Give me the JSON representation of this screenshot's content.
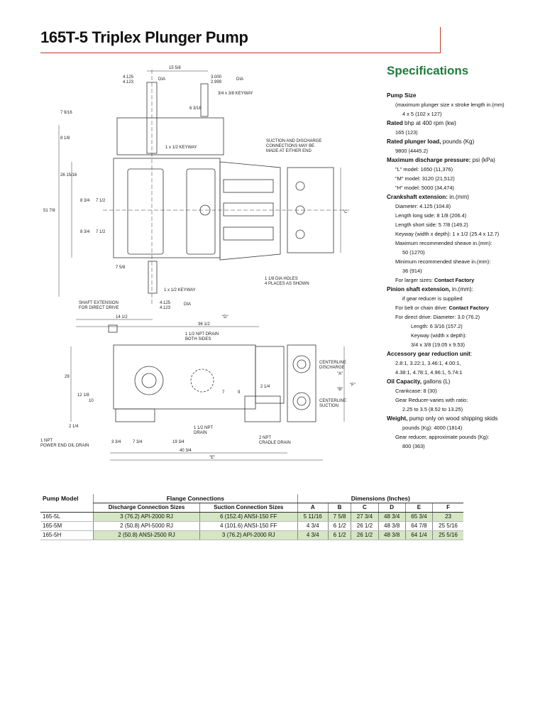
{
  "page_title": "165T-5 Triplex Plunger Pump",
  "drawing": {
    "top_view": {
      "dim_15_5_8": "15 5/8",
      "dim_4125_4123_top": "4.125\n4.123",
      "dia_label_top": "DIA",
      "dim_3000_2999": "3.000\n2.999",
      "dia_label_3000": "DIA",
      "keyway_34_38": "3/4 x 3/8 KEYWAY",
      "dim_7_9_16": "7 9/16",
      "dim_6_3_16": "6 3/16",
      "dim_8_1_8": "8 1/8",
      "keyway_1_12_top": "1 x 1/2 KEYWAY",
      "dim_26_15_16": "26 15/16",
      "dim_51_7_8": "51 7/8",
      "dim_8_3_4": "8 3/4",
      "dim_7_1_2": "7 1/2",
      "dim_8_3_4_b": "8 3/4",
      "dim_7_1_2_b": "7 1/2",
      "dim_7_5_8": "7 5/8",
      "suction_note": "SUCTION AND DISCHARGE\nCONNECTIONS MAY BE\nMADE AT EITHER END",
      "dim_c": "\"C\"",
      "holes_note": "1 1/8 DIA HOLES\n4 PLACES AS SHOWN",
      "keyway_1_12_bottom": "1 x 1/2 KEYWAY",
      "shaft_ext": "SHAFT EXTENSION\nFOR DIRECT DRIVE",
      "dim_4125_4123_bottom": "4.125\n4.123",
      "dia_label_bottom": "DIA"
    },
    "side_view": {
      "dim_14_1_2": "14 1/2",
      "dim_d": "\"D\"",
      "dim_36_1_2": "36 1/2",
      "npt_drain_both": "1 1/2 NPT DRAIN\nBOTH SIDES",
      "dim_29": "29",
      "dim_12_1_8": "12 1/8",
      "dim_10": "10",
      "dim_7": "7",
      "dim_9": "9",
      "dim_2_1_4_right": "2 1/4",
      "centerline_discharge": "CENTERLINE\nDISCHARGE",
      "centerline_suction": "CENTERLINE\nSUCTION",
      "dim_a": "\"A\"",
      "dim_b": "\"B\"",
      "dim_f": "\"F\"",
      "dim_2_1_4_left": "2 1/4",
      "npt_power_end": "1 NPT\nPOWER END OIL DRAIN",
      "npt_1_1_2_drain": "1 1/2 NPT\nDRAIN",
      "npt_cradle": "2 NPT\nCRADLE DRAIN",
      "dim_3_3_4": "3 3/4",
      "dim_7_3_4": "7 3/4",
      "dim_19_3_4": "19 3/4",
      "dim_40_3_4": "40 3/4",
      "dim_e": "\"E\""
    }
  },
  "specs": {
    "heading": "Specifications",
    "groups": [
      {
        "head": "Pump Size",
        "lines": [
          {
            "t": "(maximum plunger size x stroke length in.(mm)",
            "i": 1
          },
          {
            "t": "4 x 5 (102 x 127)",
            "i": 2
          }
        ]
      },
      {
        "head_bold": "Rated",
        "head_rest": " bhp at 400 rpm (kw)",
        "lines": [
          {
            "t": "165 (123)",
            "i": 1
          }
        ]
      },
      {
        "head_bold": "Rated plunger load,",
        "head_rest": " pounds (Kg)",
        "lines": [
          {
            "t": "9800 (4445.2)",
            "i": 1
          }
        ]
      },
      {
        "head_bold": "Maximum discharge pressure:",
        "head_rest": " psi (kPa)",
        "lines": [
          {
            "t": "\"L\" model: 1650 (11,376)",
            "i": 1
          },
          {
            "t": "\"M\" model: 3120 (21,512)",
            "i": 1
          },
          {
            "t": "\"H\" model: 5000 (34,474)",
            "i": 1
          }
        ]
      },
      {
        "head_bold": "Crankshaft extension:",
        "head_rest": " in.(mm)",
        "lines": [
          {
            "t": "Diameter: 4.125 (104.8)",
            "i": 1
          },
          {
            "t": "Length long side: 8 1/8 (206.4)",
            "i": 1
          },
          {
            "t": "Length short side: 5 7/8 (149.2)",
            "i": 1
          },
          {
            "t": "Keyway (width x depth): 1 x 1/2 (25.4 x 12.7)",
            "i": 1
          },
          {
            "t": "Maximum recommended sheave in.(mm):",
            "i": 1
          },
          {
            "t": "50 (1270)",
            "i": 2
          },
          {
            "t": "Minimum recommended sheave in.(mm):",
            "i": 1
          },
          {
            "t": "36 (914)",
            "i": 2
          },
          {
            "t": "For larger sizes:",
            "b": " Contact Factory",
            "i": 1
          }
        ]
      },
      {
        "head_bold": "Pinion shaft extension,",
        "head_rest": " in.(mm):",
        "lines": [
          {
            "t": "if gear reducer is supplied",
            "i": 2
          },
          {
            "t": "For belt or chain drive:",
            "b": " Contact Factory",
            "i": 1
          },
          {
            "t": "For direct drive: Diameter: 3.0 (76.2)",
            "i": 1
          },
          {
            "t": "Length: 6 3/16 (157.2)",
            "i": 3
          },
          {
            "t": "Keyway (width x depth):",
            "i": 3
          },
          {
            "t": "3/4 x 3/8 (19.05 x 9.53)",
            "i": 3
          }
        ]
      },
      {
        "head_bold": "Accessory gear reduction unit",
        "head_rest": ":",
        "lines": [
          {
            "t": "2.8:1, 3.22:1, 3.46:1, 4.00:1,",
            "i": 1
          },
          {
            "t": "4.38:1, 4.78:1, 4.96:1, 5.74:1",
            "i": 1
          }
        ]
      },
      {
        "head_bold": "Oil Capacity,",
        "head_rest": " gallons (L)",
        "lines": [
          {
            "t": "Crankcase: 8 (30)",
            "i": 1
          },
          {
            "t": "Gear Reducer-varies with ratio:",
            "i": 1
          },
          {
            "t": "2.25 to 3.5 (8.52 to 13.25)",
            "i": 2
          }
        ]
      },
      {
        "head_bold": "Weight,",
        "head_rest": " pump only on wood shipping skids",
        "lines": [
          {
            "t": "pounds (Kg): 4000 (1814)",
            "i": 2
          },
          {
            "t": "Gear reducer, approximate pounds (Kg):",
            "i": 1
          },
          {
            "t": "800 (363)",
            "i": 2
          }
        ]
      }
    ]
  },
  "table": {
    "model_header": "Pump Model",
    "flange_header": "Flange Connections",
    "dims_header": "Dimensions (Inches)",
    "sub_headers": [
      "Discharge Connection Sizes",
      "Suction Connection Sizes",
      "A",
      "B",
      "C",
      "D",
      "E",
      "F"
    ],
    "rows": [
      [
        "165-5L",
        "3 (76.2) API-2000 RJ",
        "6 (152.4) ANSI-150 FF",
        "5 11/16",
        "7 5/8",
        "27 3/4",
        "48 3/4",
        "65 3/4",
        "23"
      ],
      [
        "165-5M",
        "2 (50.8) API-5000 RJ",
        "4 (101.6) ANSI-150 FF",
        "4 3/4",
        "6 1/2",
        "26 1/2",
        "48 3/8",
        "64 7/8",
        "25 5/16"
      ],
      [
        "165-5H",
        "2 (50.8) ANSI-2500 RJ",
        "3 (76.2) API-2000 RJ",
        "4 3/4",
        "6 1/2",
        "26 1/2",
        "48 3/8",
        "64 1/4",
        "25 5/16"
      ]
    ]
  },
  "colors": {
    "accent_red": "#c0392b",
    "spec_green": "#1f7a3c",
    "row_green": "#d4e6c3"
  }
}
